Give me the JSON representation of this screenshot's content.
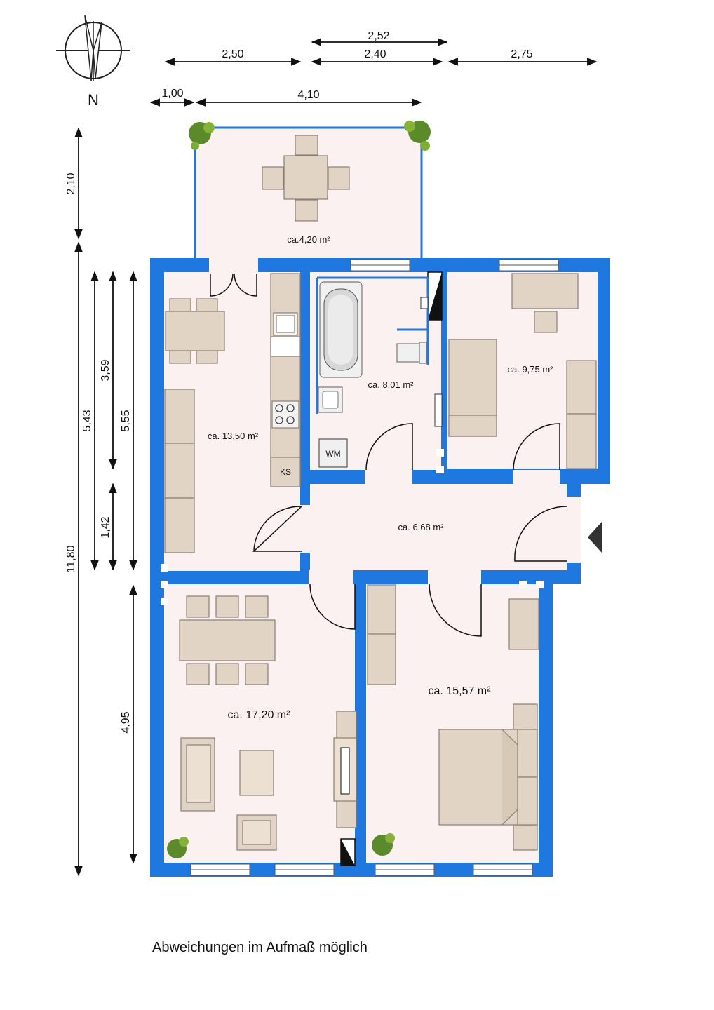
{
  "compass": {
    "label": "N",
    "icon": "north-arrow-icon"
  },
  "colors": {
    "wall": "#1f78e0",
    "floor": "#fbf1f1",
    "furniture": "#e2d4c4",
    "furniture_stroke": "#8a7f75"
  },
  "dimensions": {
    "top_2_52": "2,52",
    "top_2_50": "2,50",
    "top_2_40": "2,40",
    "top_2_75": "2,75",
    "top_1_00": "1,00",
    "top_4_10": "4,10",
    "left_2_10": "2,10",
    "left_11_80": "11,80",
    "left_5_43": "5,43",
    "left_3_59": "3,59",
    "left_5_55": "5,55",
    "left_1_42": "1,42",
    "left_4_95": "4,95"
  },
  "rooms": {
    "balcony": "ca.4,20 m²",
    "kitchen": "ca. 13,50 m²",
    "bathroom": "ca. 8,01 m²",
    "bedroom_small": "ca. 9,75 m²",
    "hallway": "ca. 6,68 m²",
    "living": "ca. 17,20 m²",
    "bedroom": "ca. 15,57 m²"
  },
  "appliances": {
    "washing_machine": "WM",
    "fridge": "KS"
  },
  "entrance_icon": "entrance-arrow-icon",
  "disclaimer": "Abweichungen im Aufmaß möglich"
}
